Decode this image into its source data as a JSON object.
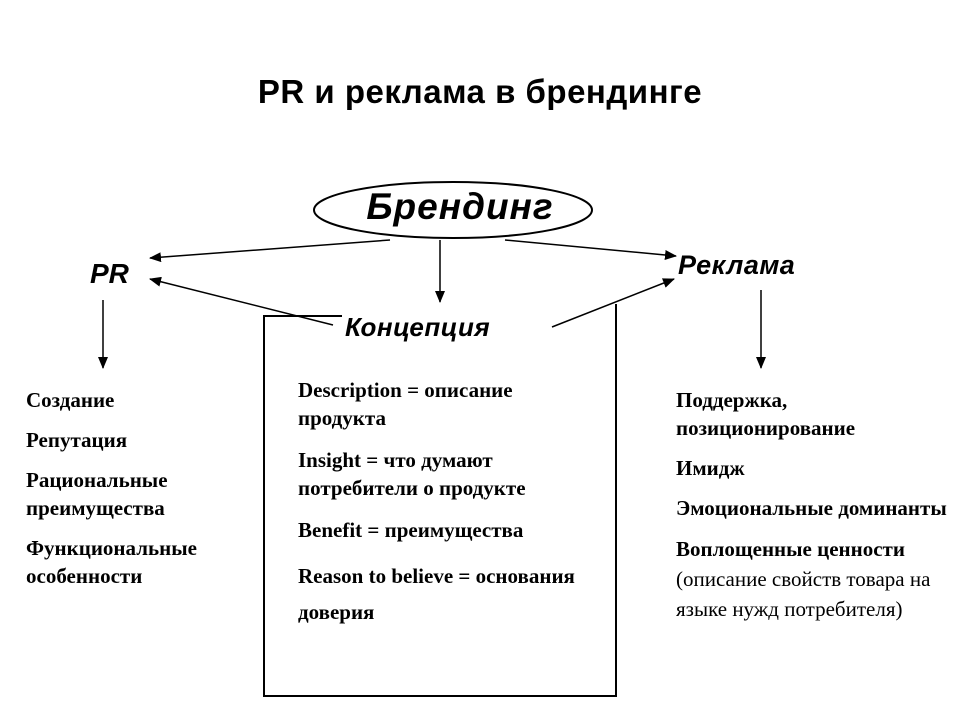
{
  "title": "PR и реклама в брендинге",
  "nodes": {
    "center": "Брендинг",
    "left": "PR",
    "right": "Реклама",
    "concept": "Концепция"
  },
  "pr_items": [
    "Создание",
    "Репутация",
    "Рациональные преимущества",
    "Функциональные особенности"
  ],
  "concept_items": [
    "Description = описание продукта",
    "Insight = что думают потребители о продукте",
    "Benefit = преимущества",
    "Reason to believe = основания доверия"
  ],
  "ads_items": [
    "Поддержка, позиционирование",
    "Имидж",
    "Эмоциональные доминанты"
  ],
  "ads_last_item": {
    "bold": "Воплощенные ценности",
    "normal": " (описание свойств товара на языке нужд потребителя)"
  }
}
